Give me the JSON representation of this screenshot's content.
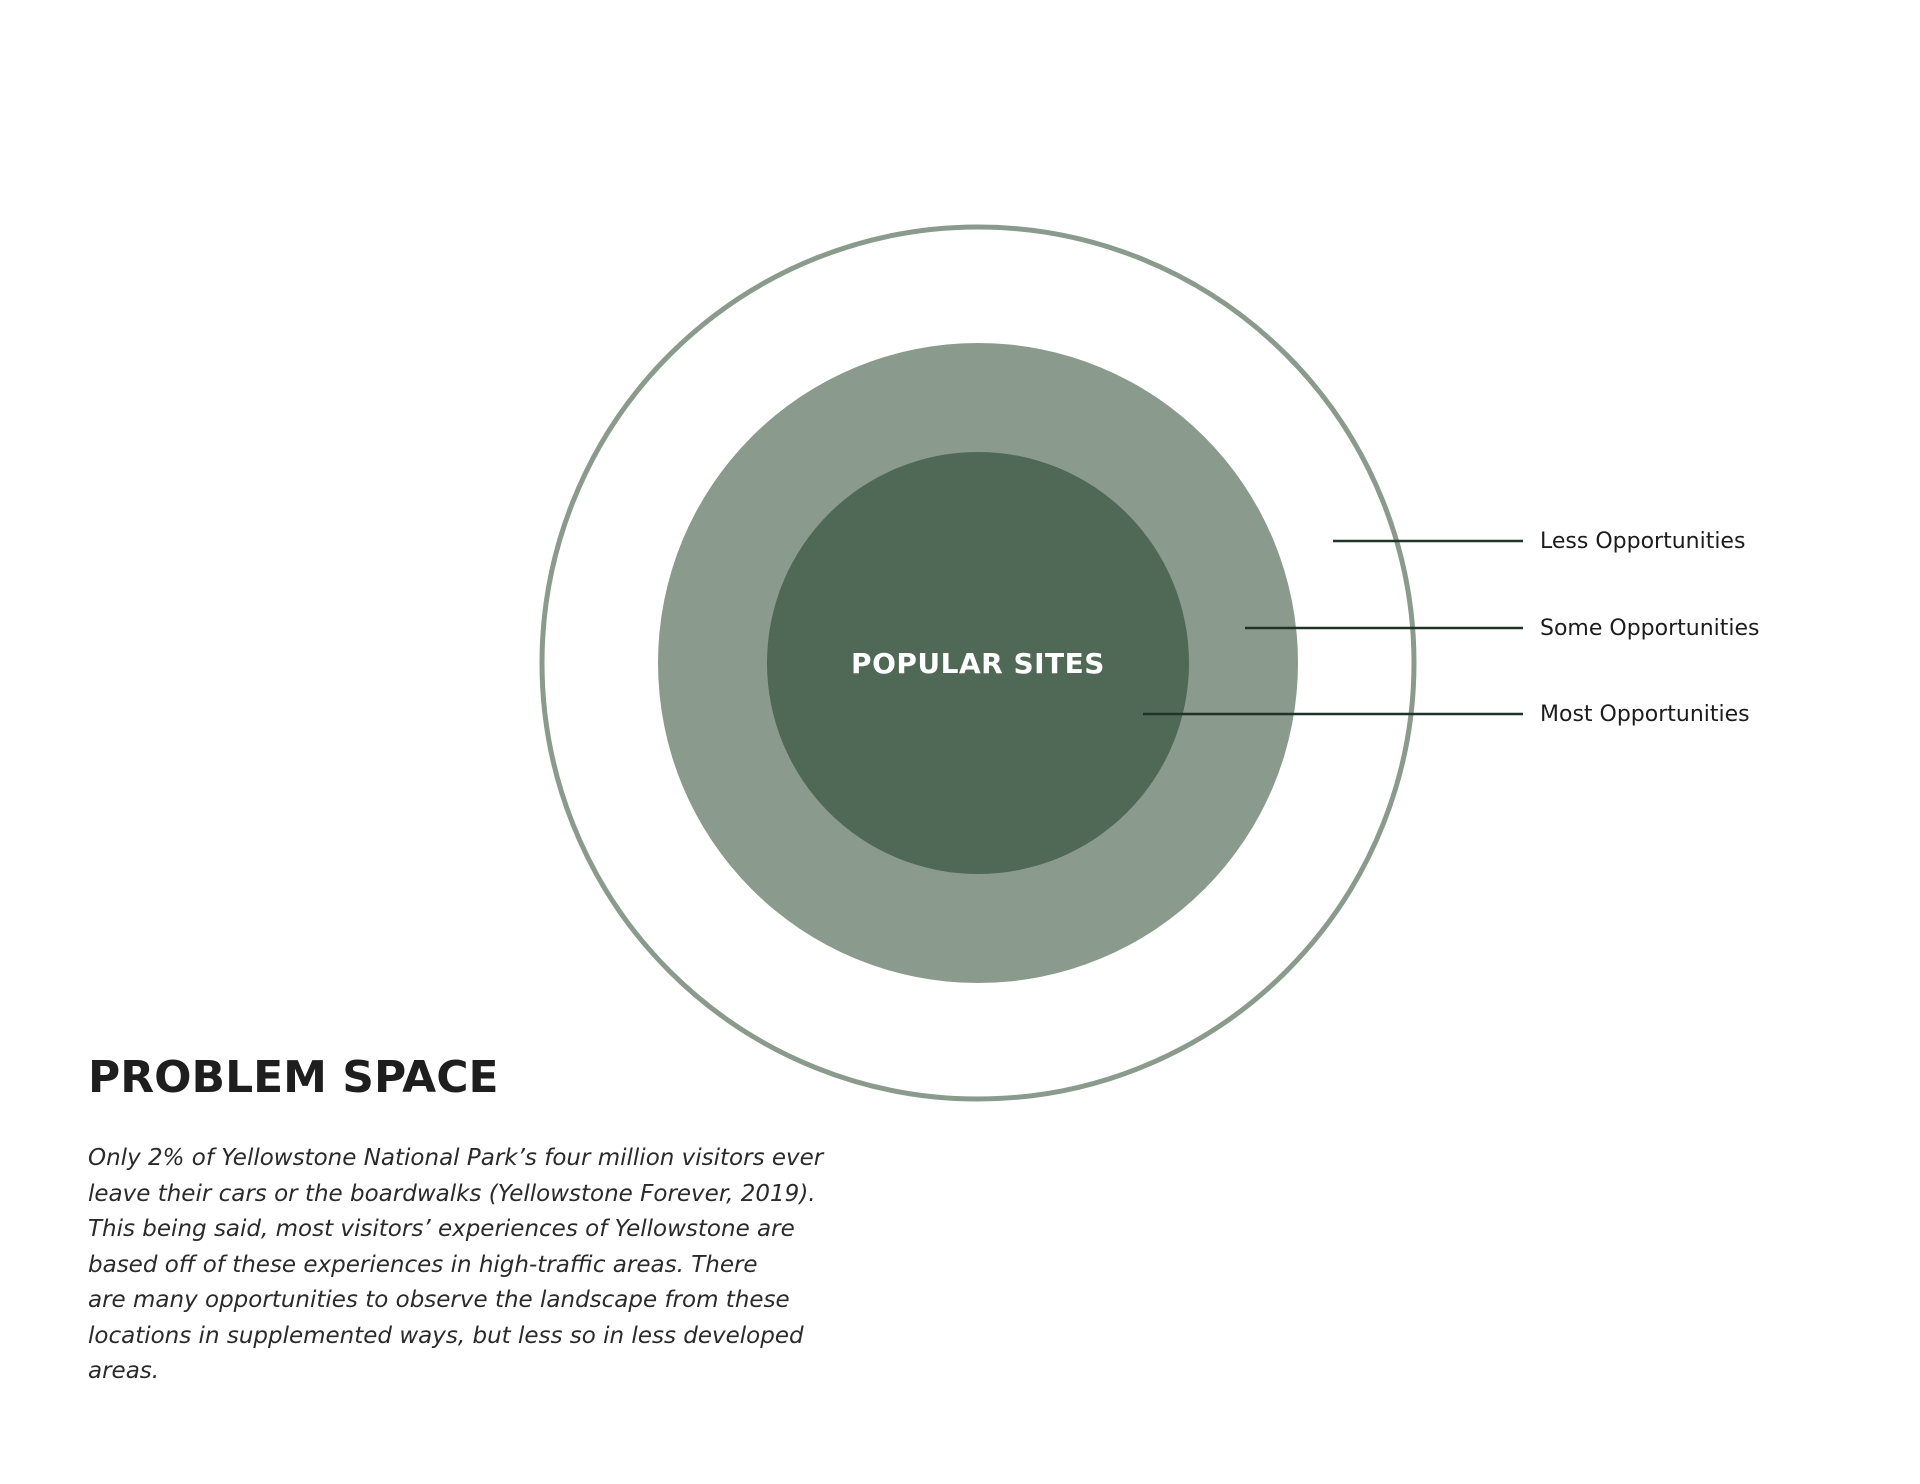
{
  "diagram": {
    "center_label": "POPULAR SITES",
    "rings": [
      {
        "name": "outer",
        "color": "#8a9a8c",
        "style": "outline"
      },
      {
        "name": "middle",
        "color": "#8a9a8c",
        "style": "fill"
      },
      {
        "name": "inner",
        "color": "#506856",
        "style": "fill"
      }
    ],
    "legend": [
      {
        "label": "Less Opportunities",
        "line_color": "#1f3326"
      },
      {
        "label": "Some Opportunities",
        "line_color": "#1f3326"
      },
      {
        "label": "Most Opportunities",
        "line_color": "#1f3326"
      }
    ]
  },
  "section": {
    "heading": "PROBLEM SPACE",
    "paragraph_lines": [
      "Only 2% of Yellowstone National Park’s four million visitors ever",
      "leave their cars or the boardwalks (Yellowstone Forever, 2019).",
      "This being said, most visitors’ experiences of Yellowstone are",
      "based off of these experiences in high-traffic areas. There",
      "are many opportunities to observe the landscape from these",
      "locations in supplemented ways, but less so in less developed",
      "areas."
    ]
  }
}
